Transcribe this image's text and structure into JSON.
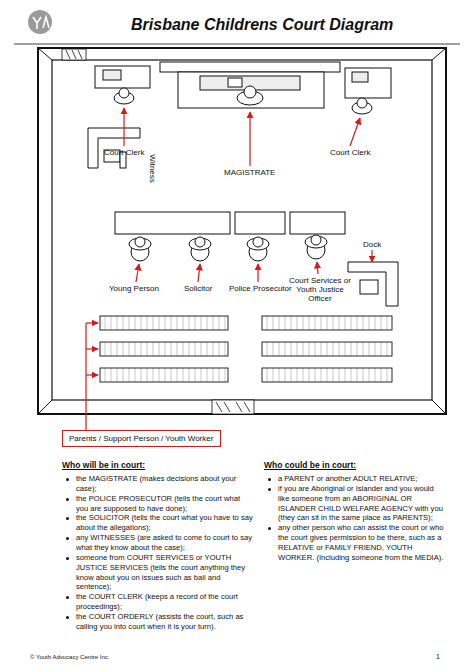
{
  "diagram": {
    "title": "Brisbane Childrens Court Diagram",
    "nodes": [
      {
        "text": [
          "Parents / Support Person / Youth Worker"
        ]
      }
    ],
    "labels": [
      "Court Clerk",
      "Court Clerk",
      "MAGISTRATE",
      "Witness",
      "Dock",
      "Young Person",
      "Solicitor",
      "Police Prosecutor",
      "Court Services or Youth Justice Officer",
      "Who will be in court:",
      "the MAGISTRATE (makes decisions about your case);",
      "the POLICE PROSECUTOR (tells the court what you are supposed to have done);",
      "the SOLICITOR (tells the court what you have to say about the allegations);",
      "any WITNESSES (are asked to come to court to say what they know about the case);",
      "someone from COURT SERVICES or YOUTH JUSTICE SERVICES (tells the court anything they know about you on issues such as bail and sentence);",
      "the COURT CLERK (keeps a record of the court proceedings);",
      "the COURT ORDERLY (assists the court, such as calling you into court when it is your turn).",
      "Who could be in court:",
      "a PARENT or another ADULT RELATIVE;",
      "if you are Aboriginal or Islander and you would like someone from an ABORIGINAL OR ISLANDER CHILD WELFARE AGENCY with you (they can sit in the same place as PARENTS);",
      "any other person who can assist the court or who the court gives permission to be there, such as a RELATIVE or FAMILY FRIEND, YOUTH WORKER. (Including someone from the MEDIA).",
      "© Youth Advocacy Centre Inc.",
      "1"
    ]
  }
}
